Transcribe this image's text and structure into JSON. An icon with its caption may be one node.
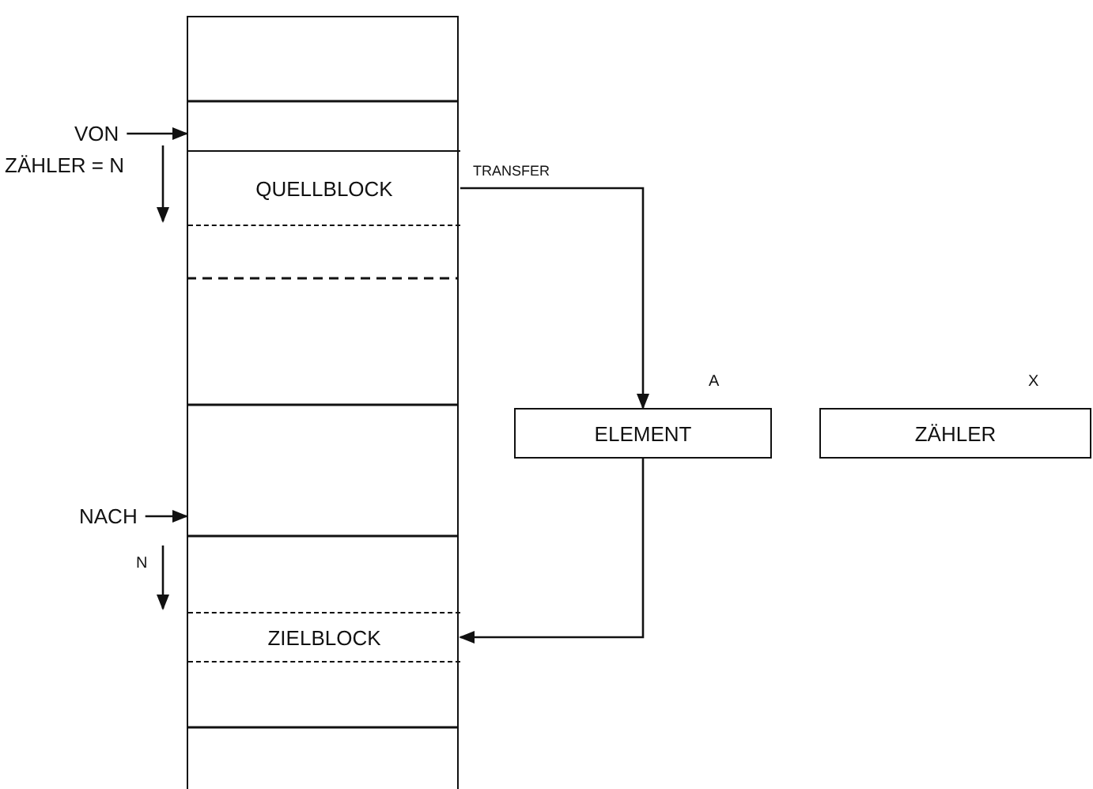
{
  "diagram": {
    "nodes": [
      {
        "text": [],
        "shape": "box"
      },
      {
        "text": [
          "QUELLBLOCK"
        ],
        "in": 0
      },
      {
        "text": [
          "ZIELBLOCK"
        ],
        "in": 0
      },
      {
        "text": [
          "ELEMENT"
        ],
        "beside": [
          "A"
        ]
      },
      {
        "text": [
          "ZÄHLER"
        ],
        "beside": [
          "X"
        ]
      },
      {
        "text": [
          "VON"
        ]
      },
      {
        "text": [
          "NACH"
        ]
      }
    ],
    "edges": [
      {
        "from": 1,
        "to": 3,
        "arrow": "to",
        "label": "TRANSFER"
      },
      {
        "from": 3,
        "to": 2,
        "arrow": "to"
      },
      {
        "from": 5,
        "to": 0,
        "arrow": "to"
      },
      {
        "from": 6,
        "to": 0,
        "arrow": "to"
      }
    ],
    "labels": [
      "ZÄHLER = N",
      "N"
    ]
  }
}
